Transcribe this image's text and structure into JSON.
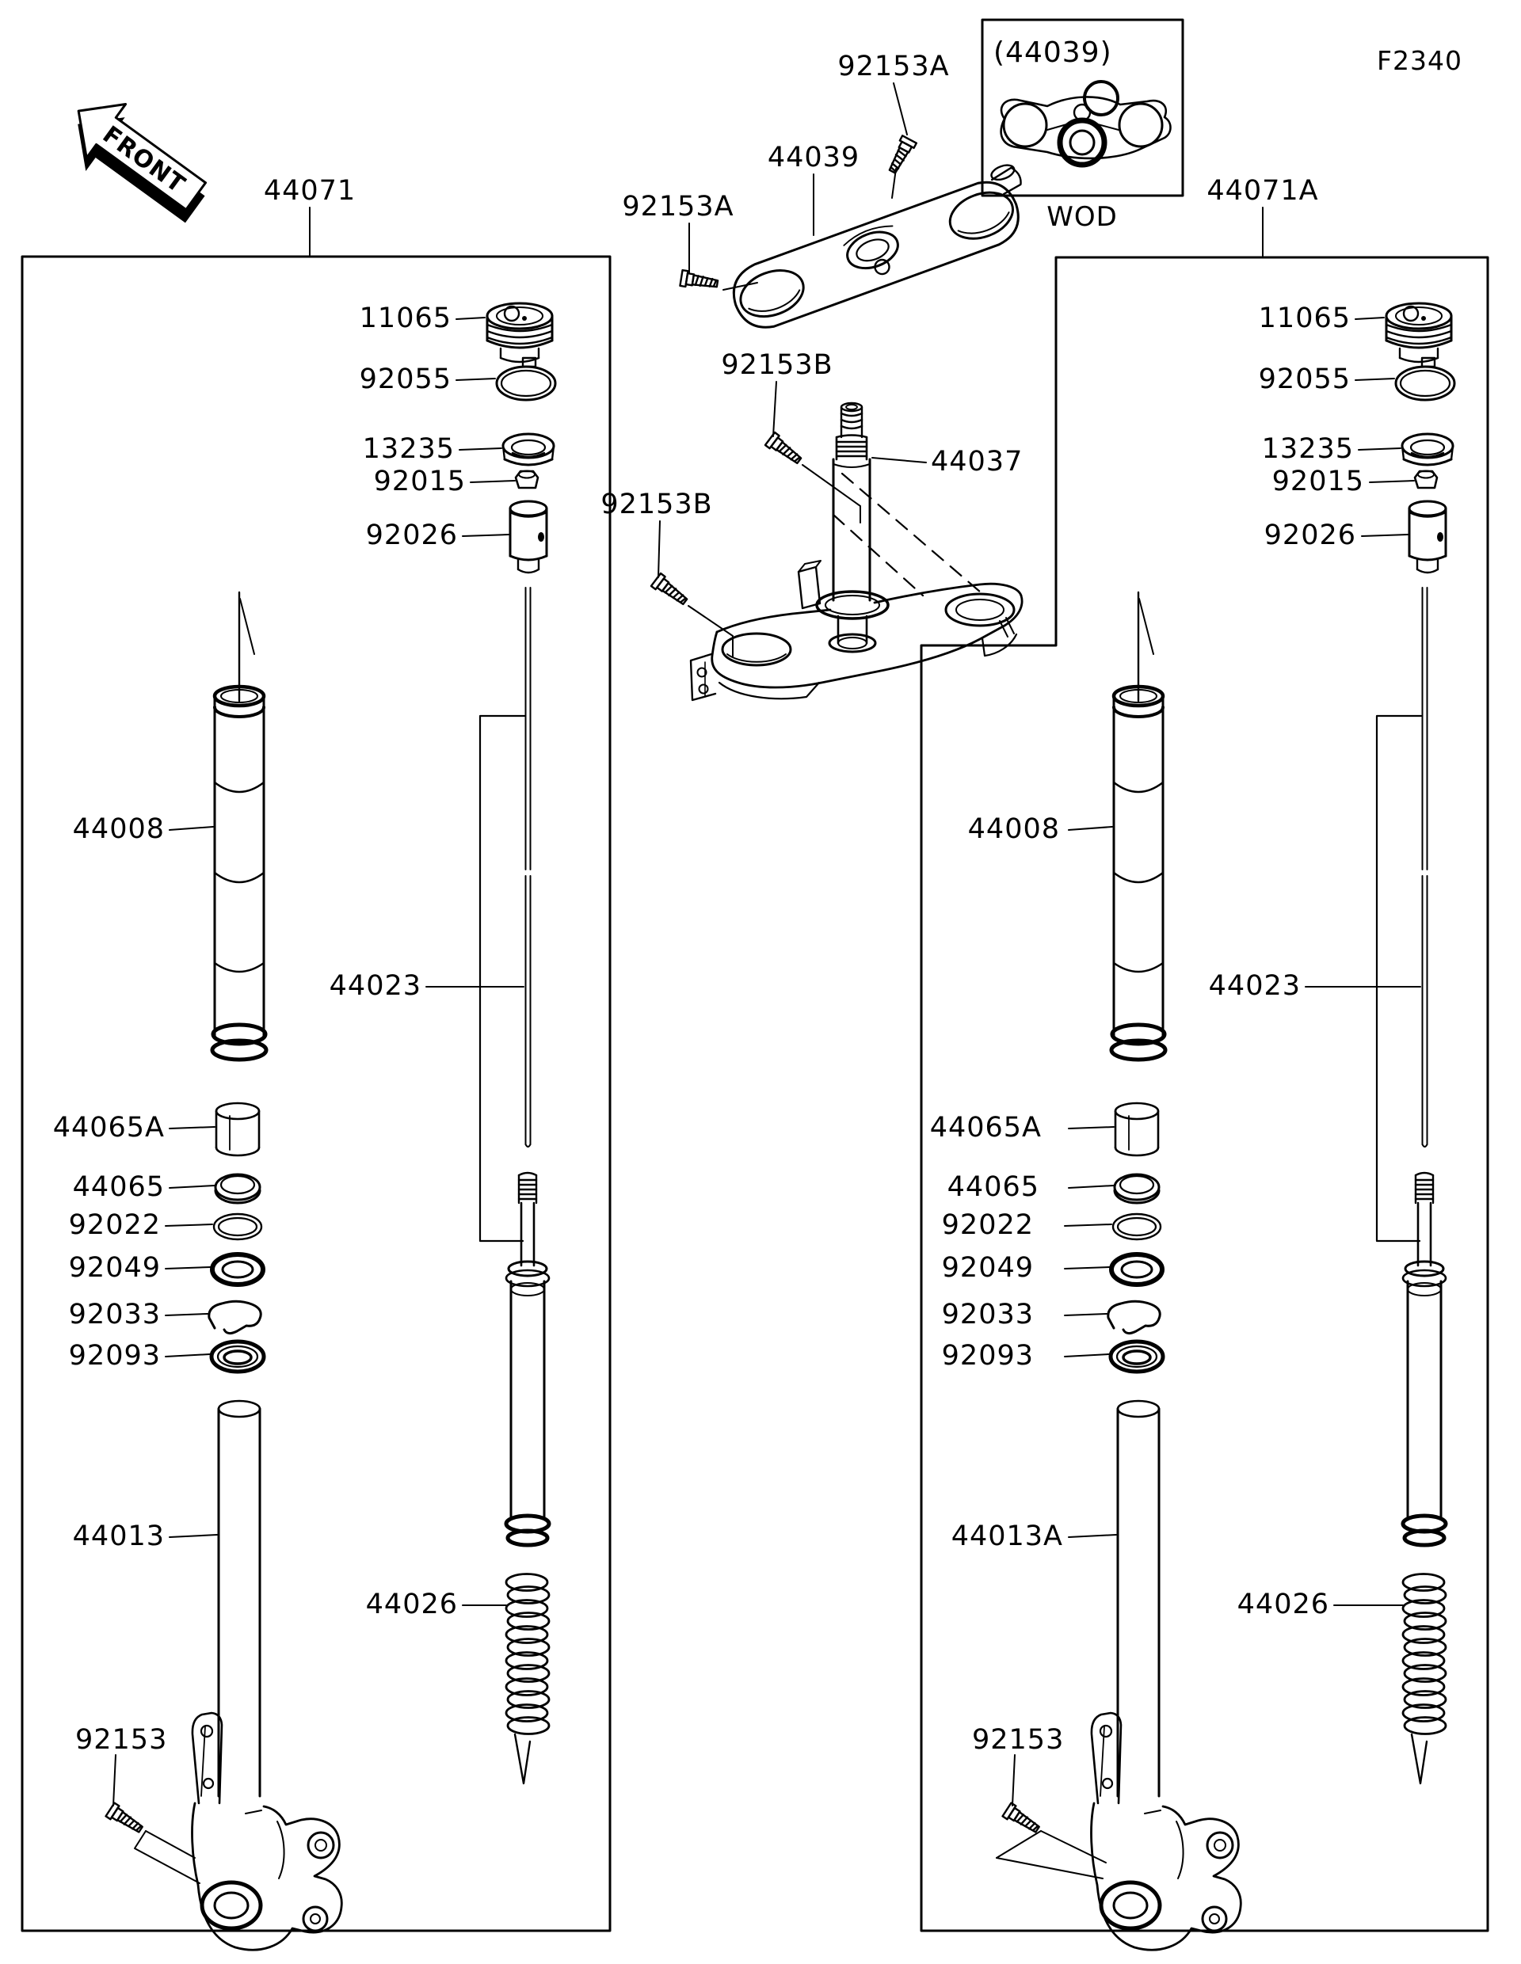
{
  "diagram": {
    "page_code": "F2340",
    "front_marker": "FRONT",
    "inset": {
      "title": "(44039)",
      "caption": "WOD"
    },
    "labels": {
      "44071": "44071",
      "44071A": "44071A",
      "11065": "11065",
      "92055": "92055",
      "13235": "13235",
      "92015": "92015",
      "92026": "92026",
      "92153A": "92153A",
      "44039": "44039",
      "92153B": "92153B",
      "44037": "44037",
      "44008": "44008",
      "44023": "44023",
      "44065A": "44065A",
      "44065": "44065",
      "92022": "92022",
      "92049": "92049",
      "92033": "92033",
      "92093": "92093",
      "44013": "44013",
      "44013A": "44013A",
      "44026": "44026",
      "92153": "92153"
    }
  }
}
